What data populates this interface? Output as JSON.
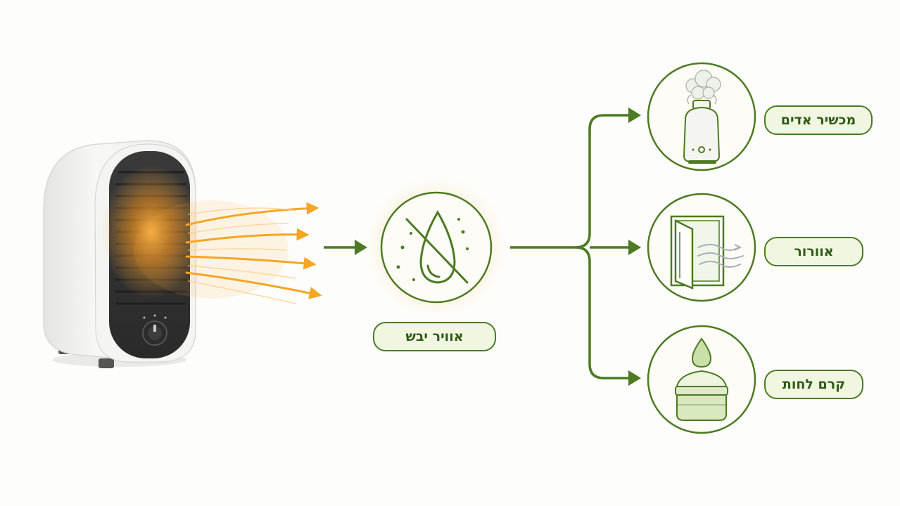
{
  "colors": {
    "green": "#4d7a22",
    "green_dark": "#2f5a14",
    "pill_fill": "#f0f6e2",
    "orange": "#f5a623",
    "heater_body": "#f2f2f0"
  },
  "center": {
    "label": "אוויר יבש",
    "icon": "dry-air-no-drop-icon"
  },
  "solutions": [
    {
      "label": "מכשיר אדים",
      "icon": "humidifier-icon"
    },
    {
      "label": "אוורור",
      "icon": "open-window-airflow-icon"
    },
    {
      "label": "קרם לחות",
      "icon": "moisturizer-cream-jar-icon"
    }
  ],
  "source": {
    "icon": "space-heater-icon"
  }
}
